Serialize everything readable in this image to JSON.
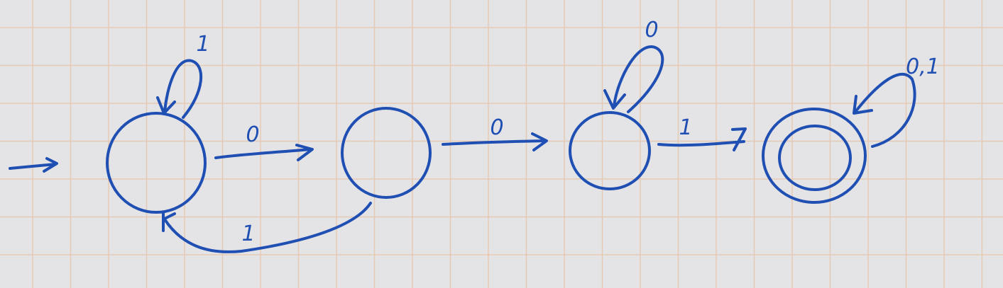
{
  "diagram": {
    "title": "",
    "ink_color": "#1f4fb3",
    "paper_color": "#e4e4e6",
    "grid_color": "#e6c9b4",
    "states": [
      {
        "id": "q0",
        "initial": true,
        "accepting": false
      },
      {
        "id": "q1",
        "initial": false,
        "accepting": false
      },
      {
        "id": "q2",
        "initial": false,
        "accepting": false
      },
      {
        "id": "q3",
        "initial": false,
        "accepting": true
      }
    ],
    "transitions": [
      {
        "from": "q0",
        "to": "q0",
        "label": "1"
      },
      {
        "from": "q0",
        "to": "q1",
        "label": "0"
      },
      {
        "from": "q1",
        "to": "q0",
        "label": "1"
      },
      {
        "from": "q1",
        "to": "q2",
        "label": "0"
      },
      {
        "from": "q2",
        "to": "q2",
        "label": "0"
      },
      {
        "from": "q2",
        "to": "q3",
        "label": "1"
      },
      {
        "from": "q3",
        "to": "q3",
        "label": "0,1"
      }
    ]
  }
}
